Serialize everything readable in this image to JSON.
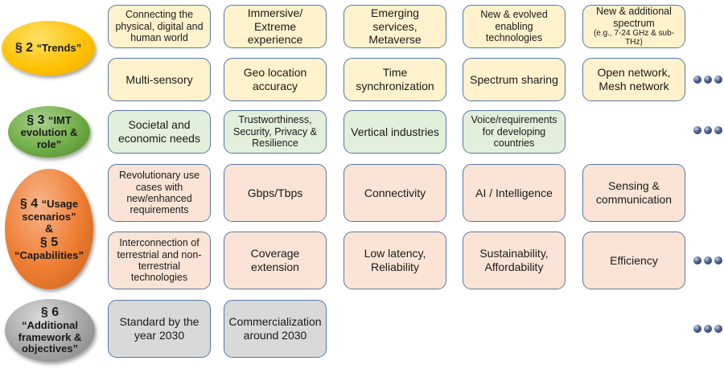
{
  "sections": [
    {
      "id": "trends",
      "oval": {
        "sec": "§ 2",
        "sub": "“Trends”"
      },
      "rows": [
        [
          "Connecting the physical, digital and human world",
          "Immersive/ Extreme experience",
          "Emerging services, Metaverse",
          "New & evolved enabling technologies",
          "New & additional spectrum"
        ],
        [
          "Multi-sensory",
          "Geo location accuracy",
          "Time synchronization",
          "Spectrum sharing",
          "Open network, Mesh network"
        ]
      ],
      "spectrum_note": "(e.g., 7-24 GHz & sub-THz)"
    },
    {
      "id": "imt",
      "oval": {
        "sec": "§ 3",
        "sub1": "“IMT",
        "sub2": "evolution &",
        "sub3": "role”"
      },
      "rows": [
        [
          "Societal and economic needs",
          "Trustworthiness, Security, Privacy & Resilience",
          "Vertical industries",
          "Voice/requirements for developing countries"
        ]
      ]
    },
    {
      "id": "usage",
      "oval": {
        "sec1": "§ 4",
        "sub1": "“Usage",
        "sub2": "scenarios”",
        "amp": "&",
        "sec2": "§ 5",
        "sub3": "“Capabilities”"
      },
      "rows": [
        [
          "Revolutionary use cases with new/enhanced requirements",
          "Gbps/Tbps",
          "Connectivity",
          "AI / Intelligence",
          "Sensing & communication"
        ],
        [
          "Interconnection of terrestrial and non-terrestrial technologies",
          "Coverage extension",
          "Low latency, Reliability",
          "Sustainability, Affordability",
          "Efficiency"
        ]
      ]
    },
    {
      "id": "framework",
      "oval": {
        "sec": "§ 6",
        "sub1": "“Additional",
        "sub2": "framework &",
        "sub3": "objectives”"
      },
      "rows": [
        [
          "Standard by the year 2030",
          "Commercialization around 2030"
        ]
      ]
    }
  ],
  "colors": {
    "trends_oval": "#ffc000",
    "imt_oval": "#70ad47",
    "usage_oval": "#ed7d31",
    "framework_oval": "#a6a6a6",
    "box_border": "#5878a6"
  },
  "icons": {
    "more": "ellipsis-dots-icon"
  }
}
